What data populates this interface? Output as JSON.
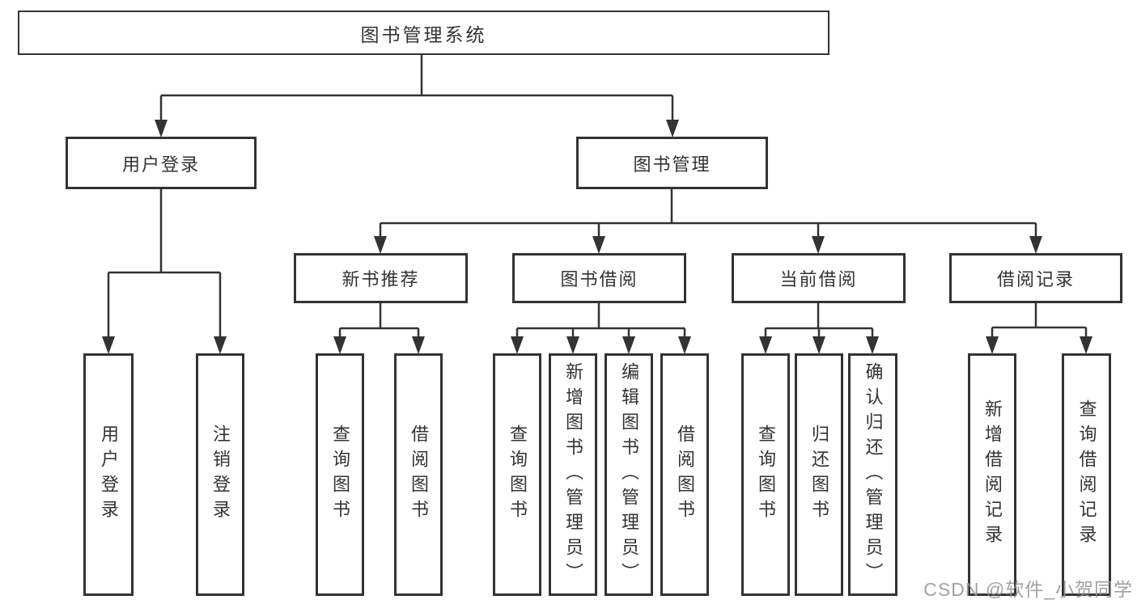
{
  "diagram": {
    "root": {
      "label": "图书管理系统",
      "children": [
        {
          "label": "用户登录",
          "children": [
            {
              "label": "用户登录"
            },
            {
              "label": "注销登录"
            }
          ]
        },
        {
          "label": "图书管理",
          "children": [
            {
              "label": "新书推荐",
              "children": [
                {
                  "label": "查询图书"
                },
                {
                  "label": "借阅图书"
                }
              ]
            },
            {
              "label": "图书借阅",
              "children": [
                {
                  "label": "查询图书"
                },
                {
                  "label": "新增图书（管理员）"
                },
                {
                  "label": "编辑图书（管理员）"
                },
                {
                  "label": "借阅图书"
                }
              ]
            },
            {
              "label": "当前借阅",
              "children": [
                {
                  "label": "查询图书"
                },
                {
                  "label": "归还图书"
                },
                {
                  "label": "确认归还（管理员）"
                }
              ]
            },
            {
              "label": "借阅记录",
              "children": [
                {
                  "label": "新增借阅记录"
                },
                {
                  "label": "查询借阅记录"
                }
              ]
            }
          ]
        }
      ]
    },
    "colors": {
      "line": "#333333",
      "box_border": "#333333",
      "box_fill": "#ffffff",
      "text": "#333333",
      "watermark": "#949494",
      "background": "#ffffff"
    }
  },
  "watermark": {
    "text": "CSDN @软件_小贺同学"
  }
}
